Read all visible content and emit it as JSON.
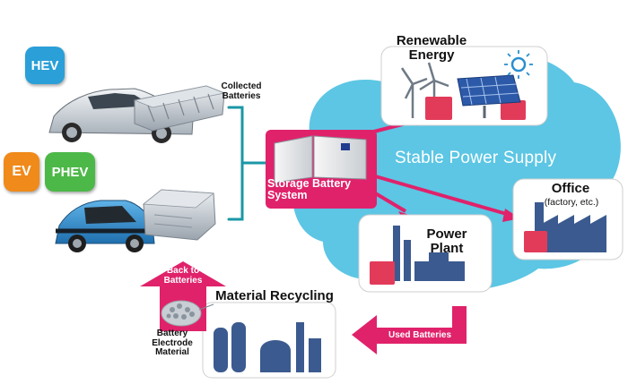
{
  "badges": {
    "hev": "HEV",
    "ev": "EV",
    "phev": "PHEV"
  },
  "labels": {
    "collected_batteries": "Collected Batteries",
    "storage_battery_system": "Storage Battery System",
    "stable_power_supply": "Stable Power Supply",
    "renewable_energy": "Renewable Energy",
    "office": "Office",
    "office_sub": "(factory, etc.)",
    "power_plant": "Power Plant",
    "material_recycling": "Material Recycling",
    "used_batteries": "Used Batteries",
    "back_to_batteries": "Back to Batteries",
    "battery_electrode_material": "Battery Electrode Material"
  },
  "colors": {
    "cloud": "#5cc6e4",
    "magenta": "#e0226b",
    "hev_badge": "#2a9fd8",
    "ev_badge": "#f08a1a",
    "phev_badge": "#4cb848",
    "connector": "#1a97a6",
    "building": "#3b5a8f",
    "red_house": "#e23b5a"
  },
  "icons": [
    "wind-turbine-icon",
    "solar-panel-icon",
    "sun-icon",
    "factory-icon",
    "power-plant-icon",
    "recycling-plant-icon"
  ]
}
